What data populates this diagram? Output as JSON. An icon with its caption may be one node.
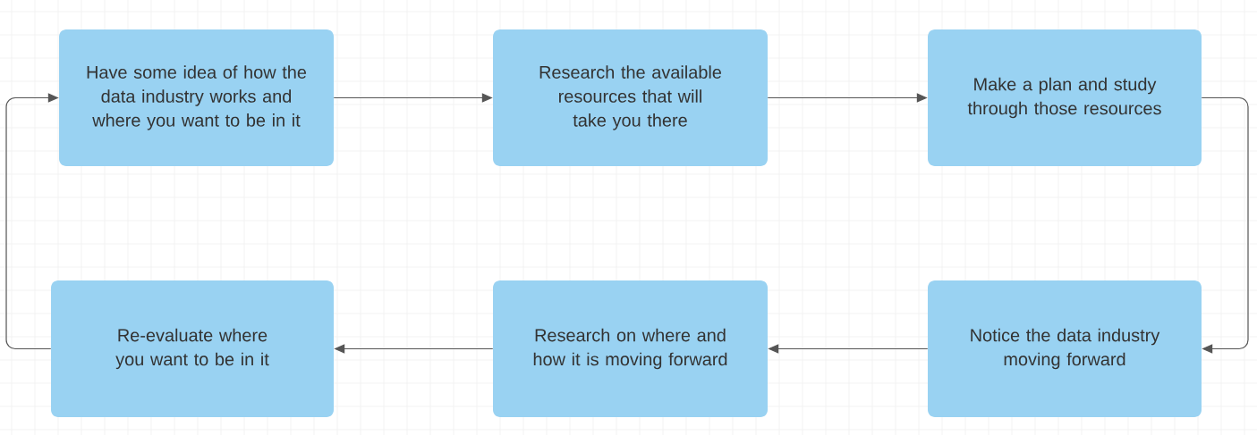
{
  "diagram": {
    "nodes": [
      {
        "text": [
          "Have some idea of how the data industry works and where you want to be in it"
        ]
      },
      {
        "text": [
          "Research the available resources that will take you there"
        ]
      },
      {
        "text": [
          "Make a plan and study through those resources"
        ]
      },
      {
        "text": [
          "Re-evaluate where you want to be in it"
        ]
      },
      {
        "text": [
          "Research on where and how it is moving forward"
        ]
      },
      {
        "text": [
          "Notice the data industry moving forward"
        ]
      }
    ],
    "edges": [
      {
        "from": 0,
        "to": 1,
        "arrow": "to"
      },
      {
        "from": 1,
        "to": 2,
        "arrow": "to"
      },
      {
        "from": 2,
        "to": 5,
        "arrow": "to"
      },
      {
        "from": 5,
        "to": 4,
        "arrow": "to"
      },
      {
        "from": 4,
        "to": 3,
        "arrow": "to"
      },
      {
        "from": 3,
        "to": 0,
        "arrow": "to"
      }
    ]
  }
}
